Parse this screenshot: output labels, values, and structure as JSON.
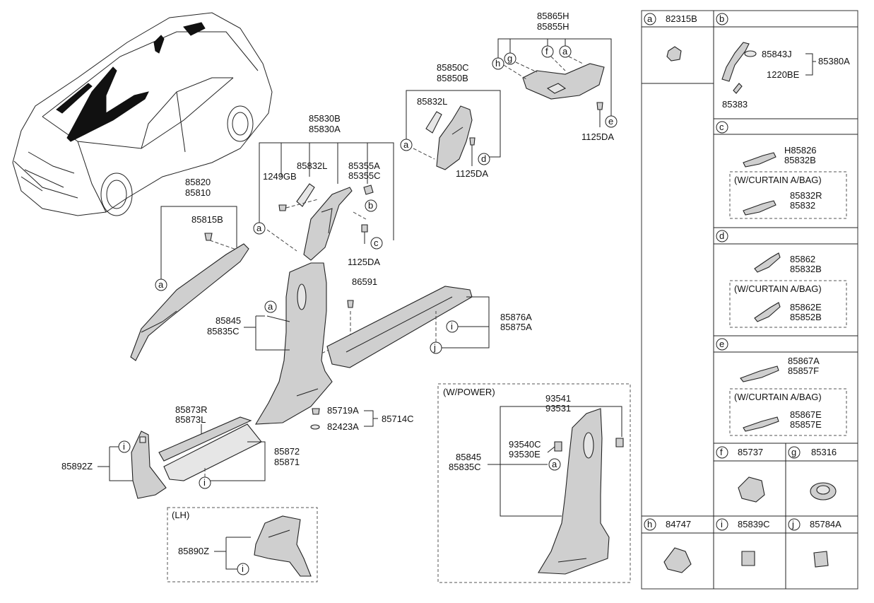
{
  "labels": {
    "p85865H": "85865H",
    "p85855H": "85855H",
    "p85850C": "85850C",
    "p85850B": "85850B",
    "p85832L_a": "85832L",
    "p1125DA_a": "1125DA",
    "p1125DA_b": "1125DA",
    "p1125DA_c": "1125DA",
    "p85830B": "85830B",
    "p85830A": "85830A",
    "p85832L_b": "85832L",
    "p1249GB": "1249GB",
    "p85355A": "85355A",
    "p85355C": "85355C",
    "p85820": "85820",
    "p85810": "85810",
    "p85815B": "85815B",
    "p86591": "86591",
    "p85845_a": "85845",
    "p85835C_a": "85835C",
    "p85876A": "85876A",
    "p85875A": "85875A",
    "p85719A": "85719A",
    "p82423A": "82423A",
    "p85714C": "85714C",
    "p85873R": "85873R",
    "p85873L": "85873L",
    "p85872": "85872",
    "p85871": "85871",
    "p85892Z": "85892Z",
    "p85890Z": "85890Z",
    "lh": "(LH)",
    "wpower": "(W/POWER)",
    "p93541": "93541",
    "p93531": "93531",
    "p93540C": "93540C",
    "p93530E": "93530E",
    "p85845_b": "85845",
    "p85835C_b": "85835C"
  },
  "callouts": {
    "a": "a",
    "b": "b",
    "c": "c",
    "d": "d",
    "e": "e",
    "f": "f",
    "g": "g",
    "h": "h",
    "i": "i",
    "j": "j"
  },
  "legend": {
    "a": {
      "letter": "a",
      "part": "82315B"
    },
    "b": {
      "letter": "b",
      "parts": [
        "85843J",
        "85380A",
        "1220BE",
        "85383"
      ]
    },
    "c": {
      "letter": "c",
      "std": [
        "H85826",
        "85832B"
      ],
      "curtain_label": "(W/CURTAIN A/BAG)",
      "curtain": [
        "85832R",
        "85832"
      ]
    },
    "d": {
      "letter": "d",
      "std": [
        "85862",
        "85832B"
      ],
      "curtain_label": "(W/CURTAIN A/BAG)",
      "curtain": [
        "85862E",
        "85852B"
      ]
    },
    "e": {
      "letter": "e",
      "std": [
        "85867A",
        "85857F"
      ],
      "curtain_label": "(W/CURTAIN A/BAG)",
      "curtain": [
        "85867E",
        "85857E"
      ]
    },
    "f": {
      "letter": "f",
      "part": "85737"
    },
    "g": {
      "letter": "g",
      "part": "85316"
    },
    "h": {
      "letter": "h",
      "part": "84747"
    },
    "i": {
      "letter": "i",
      "part": "85839C"
    },
    "j": {
      "letter": "j",
      "part": "85784A"
    }
  }
}
